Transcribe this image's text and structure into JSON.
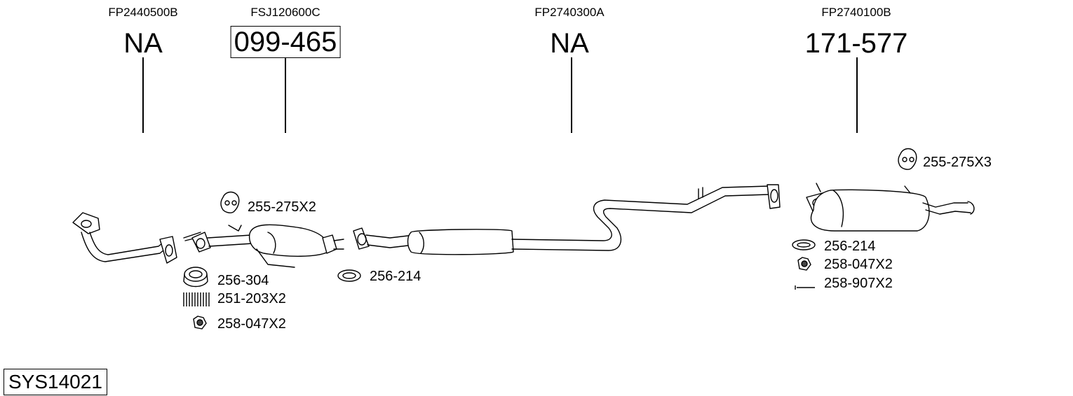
{
  "system_code": "SYS14021",
  "sections": [
    {
      "oe": "FP2440500B",
      "code": "NA",
      "boxed": false
    },
    {
      "oe": "FSJ120600C",
      "code": "099-465",
      "boxed": true
    },
    {
      "oe": "FP2740300A",
      "code": "NA",
      "boxed": false
    },
    {
      "oe": "FP2740100B",
      "code": "171-577",
      "boxed": false
    }
  ],
  "fittings": [
    {
      "label": "255-275X2",
      "icon": "rubber-hanger-icon"
    },
    {
      "label": "256-304",
      "icon": "gasket-ring-icon"
    },
    {
      "label": "251-203X2",
      "icon": "spring-icon"
    },
    {
      "label": "258-047X2",
      "icon": "hex-nut-icon"
    },
    {
      "label": "256-214",
      "icon": "gasket-ring-icon"
    },
    {
      "label": "255-275X3",
      "icon": "rubber-hanger-icon"
    },
    {
      "label": "256-214",
      "icon": "gasket-ring-icon"
    },
    {
      "label": "258-047X2",
      "icon": "hex-nut-icon"
    },
    {
      "label": "258-907X2",
      "icon": "bolt-icon"
    }
  ]
}
